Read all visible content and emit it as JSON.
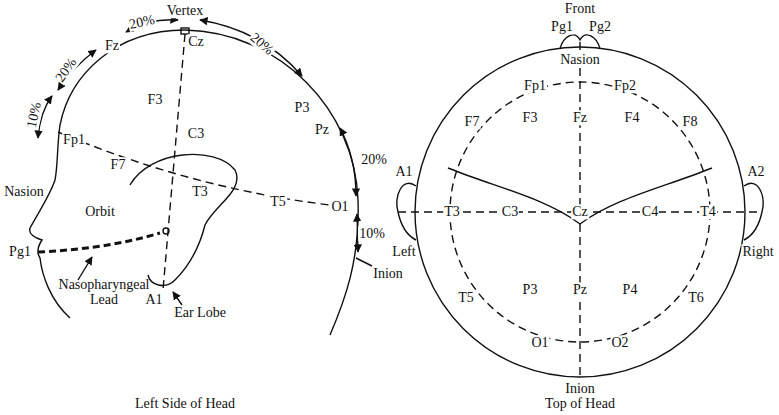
{
  "diagram": {
    "labels": [
      "Vertex",
      "Cz",
      "20%",
      "Fz",
      "20%",
      "10%",
      "Nasion",
      "Fp1",
      "F3",
      "C3",
      "F7",
      "T3",
      "T5",
      "O1",
      "P3",
      "Pz",
      "20%",
      "20%",
      "10%",
      "Inion",
      "Orbit",
      "Pg1",
      "Nasopharyngeal Lead",
      "A1",
      "Ear Lobe",
      "Left Side of Head",
      "Front",
      "Pg1",
      "Pg2",
      "Nasion",
      "Fp1",
      "Fp2",
      "F7",
      "F3",
      "Fz",
      "F4",
      "F8",
      "A1",
      "T3",
      "C3",
      "Cz",
      "C4",
      "T4",
      "A2",
      "Left",
      "Right",
      "P3",
      "Pz",
      "P4",
      "T5",
      "T6",
      "O1",
      "O2",
      "Inion",
      "Top of Head"
    ]
  }
}
